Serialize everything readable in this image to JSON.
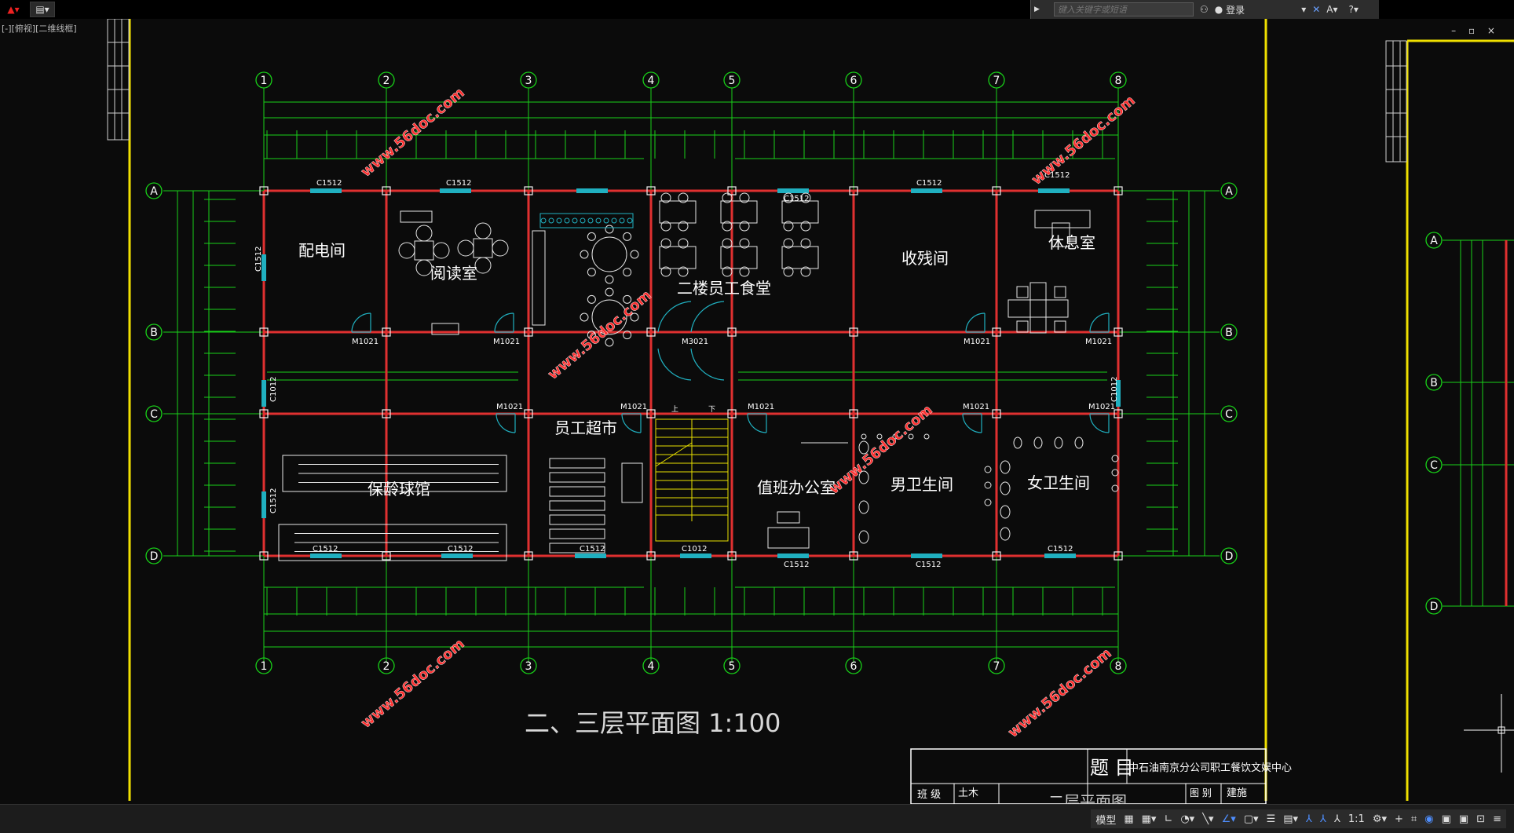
{
  "toolbar": {
    "app_menu_icon": "autocad-logo-icon",
    "quick_access_icon": "save-icon"
  },
  "infocenter": {
    "search_placeholder": "键入关键字或短语",
    "login_label": "登录"
  },
  "viewport": {
    "view_label": "[-][俯视][二维线框]",
    "window_controls": "– ▫ ×"
  },
  "drawing": {
    "title": "二、三层平面图 1:100",
    "grid_columns": [
      "1",
      "2",
      "3",
      "4",
      "5",
      "6",
      "7",
      "8"
    ],
    "grid_rows": [
      "A",
      "B",
      "C",
      "D"
    ],
    "rooms": {
      "power_room": "配电间",
      "reading_room": "阅读室",
      "canteen": "二楼员工食堂",
      "waste_room": "收残间",
      "lounge": "休息室",
      "bowling": "保龄球馆",
      "supermarket": "员工超市",
      "duty_office": "值班办公室",
      "mens_toilet": "男卫生间",
      "womens_toilet": "女卫生间"
    },
    "tags": {
      "window_c1512": "C1512",
      "window_c1012": "C1012",
      "door_m1021": "M1021",
      "door_m3021": "M3021",
      "stair_up": "上",
      "stair_down": "下"
    },
    "watermark": "www.56doc.com",
    "title_block": {
      "label_topic": "题 目",
      "project": "中石油南京分公司职工餐饮文娱中心",
      "label_class": "班 级",
      "class_value": "土木",
      "label_drawing": "图 别",
      "drawing_type": "建施",
      "sheet_name": "二层平面图"
    }
  },
  "statusbar": {
    "model_label": "模型",
    "scale": "1:1"
  },
  "colors": {
    "grid": "#18d018",
    "wall": "#e03030",
    "window": "#20b0c0",
    "frame": "#f0e000",
    "text": "#ffffff"
  }
}
